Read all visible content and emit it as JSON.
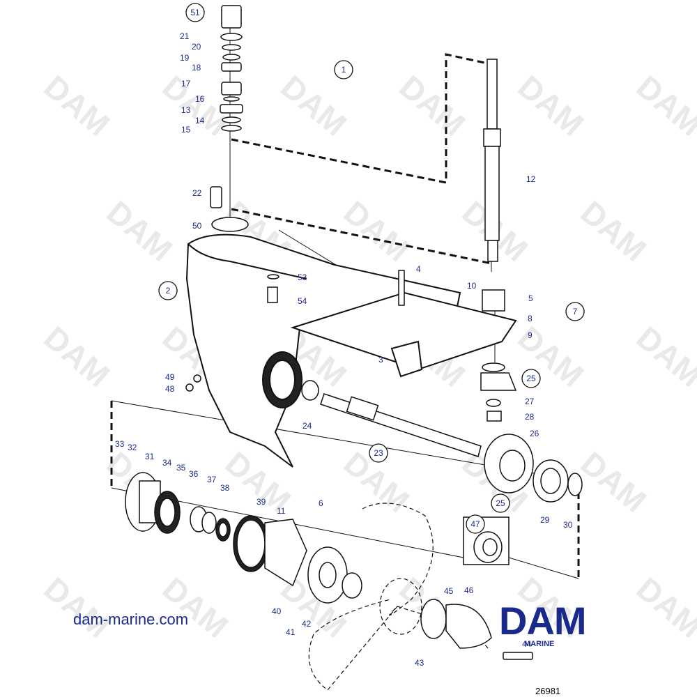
{
  "diagram": {
    "watermark_text": "DAM",
    "website": "dam-marine.com",
    "logo": {
      "main": "DAM",
      "sub": "MARINE",
      "color": "#1a2a8c"
    },
    "document_number": "26981",
    "label_color": "#1a2a8c",
    "circled_labels": [
      "51",
      "1",
      "2",
      "7",
      "25",
      "25",
      "23",
      "47"
    ],
    "plain_labels": [
      "21",
      "20",
      "19",
      "18",
      "17",
      "16",
      "13",
      "14",
      "15",
      "22",
      "50",
      "12",
      "4",
      "53",
      "54",
      "10",
      "5",
      "8",
      "9",
      "3",
      "49",
      "48",
      "24",
      "27",
      "28",
      "26",
      "33",
      "32",
      "31",
      "34",
      "35",
      "36",
      "37",
      "38",
      "39",
      "11",
      "6",
      "29",
      "30",
      "45",
      "46",
      "40",
      "42",
      "41",
      "43",
      "44"
    ]
  }
}
